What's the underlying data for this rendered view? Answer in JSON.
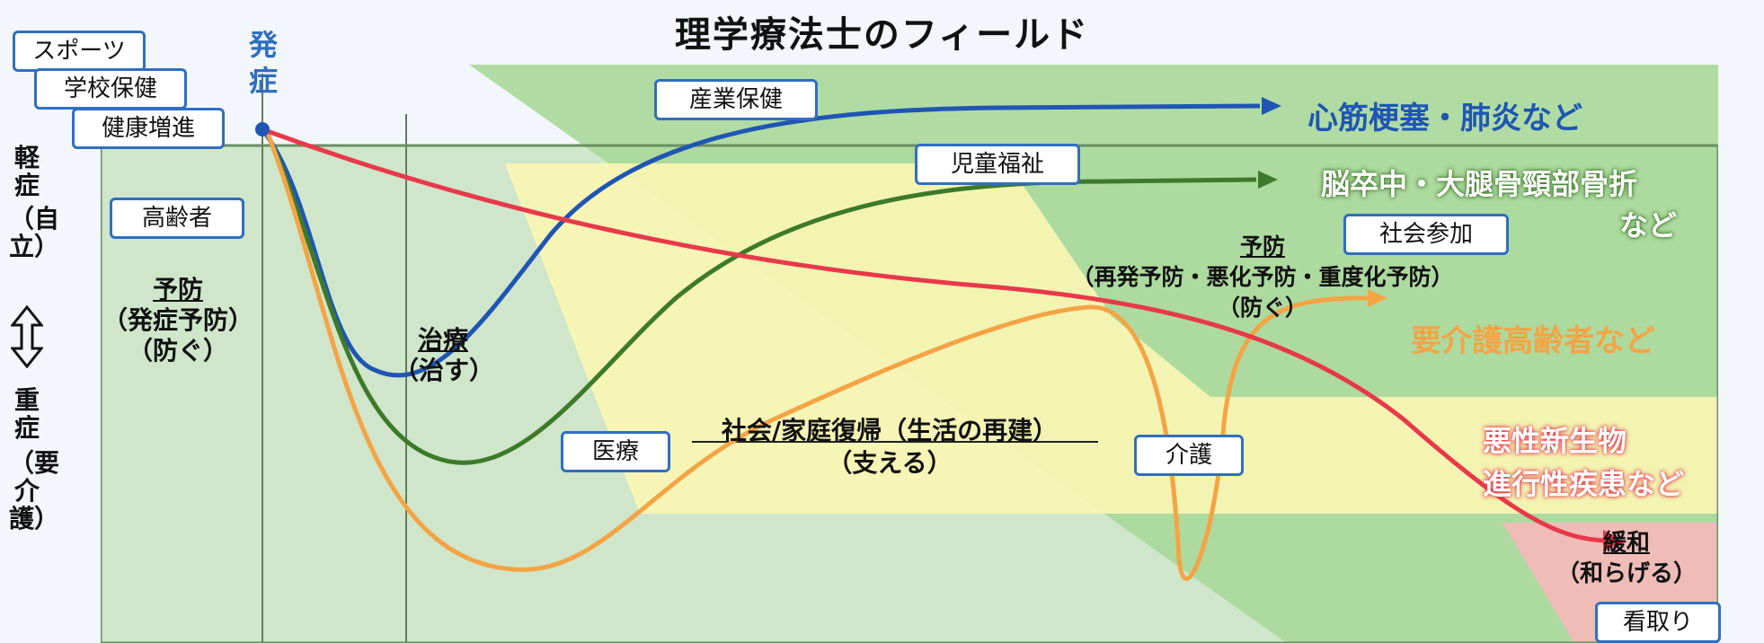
{
  "title": "理学療法士のフィールド",
  "onset_label": "発症",
  "axis": {
    "mild": "軽症",
    "mild_note": "（自立）",
    "severe": "重症",
    "severe_note": "（要介護）"
  },
  "tags": {
    "sports": "スポーツ",
    "school_health": "学校保健",
    "health_promotion": "健康増進",
    "elderly": "高齢者",
    "occupational_health": "産業保健",
    "child_welfare": "児童福祉",
    "social_participation": "社会参加",
    "medical": "医療",
    "care": "介護",
    "end_of_life": "看取り"
  },
  "labels": {
    "prevention_title": "予防",
    "prevention_sub": "（発症予防）",
    "prevention_verb": "（防ぐ）",
    "treatment_title": "治療",
    "treatment_verb": "（治す）",
    "return_title": "社会/家庭復帰（生活の再建）",
    "return_verb": "（支える）",
    "prevention2_title": "予防",
    "prevention2_sub": "（再発予防・悪化予防・重度化予防）",
    "prevention2_verb": "（防ぐ）",
    "palliation_title": "緩和",
    "palliation_verb": "（和らげる）"
  },
  "outcomes": {
    "blue": "心筋梗塞・肺炎など",
    "green_line1": "脳卒中・大腿骨頸部骨折",
    "green_line2": "など",
    "orange": "要介護高齢者など",
    "red_line1": "悪性新生物",
    "red_line2": "進行性疾患など"
  },
  "colors": {
    "blue": "#1f56b4",
    "green": "#3d7a2a",
    "orange": "#f5a445",
    "red": "#e8394a",
    "zone_green": "#a8d89a",
    "zone_yellow": "#fbf6b4",
    "zone_pink": "#f6b8ba",
    "tag_border": "#2f6fc0"
  }
}
